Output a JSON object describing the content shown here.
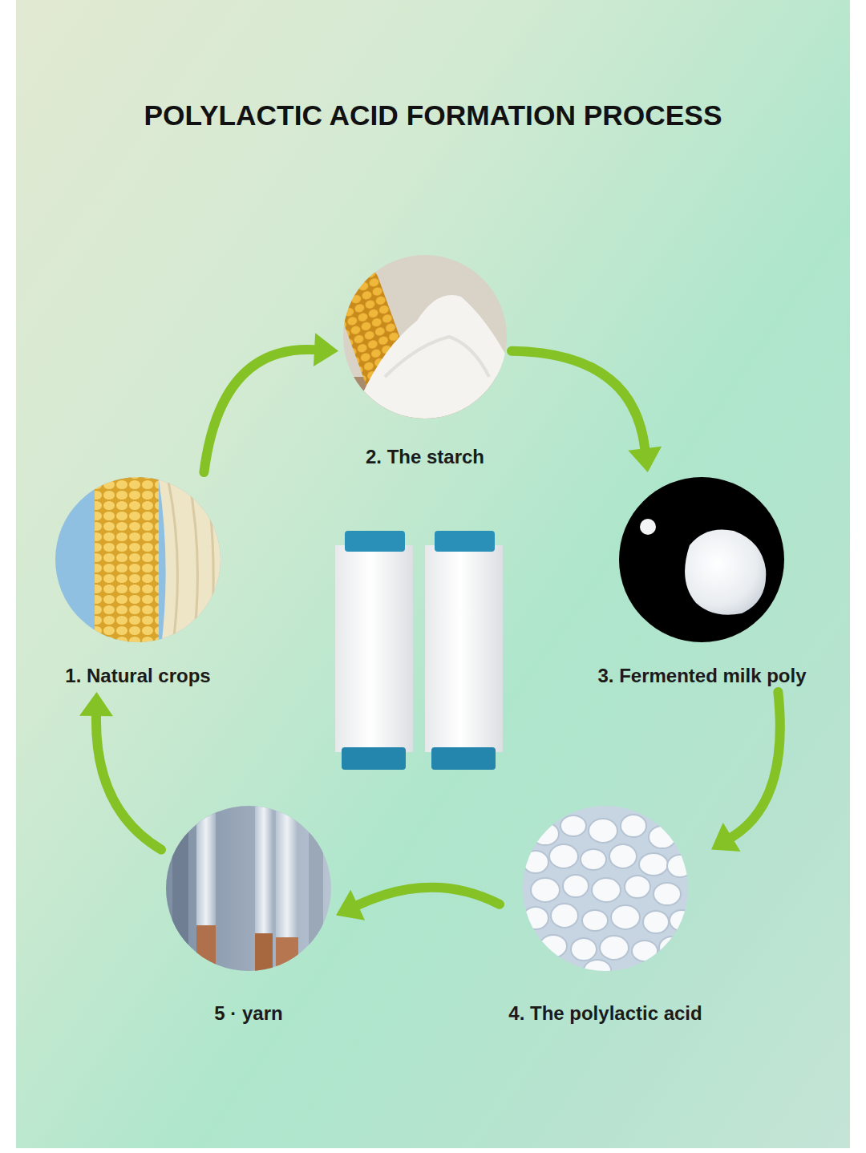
{
  "diagram": {
    "title": "POLYLACTIC ACID FORMATION PROCESS",
    "nodes": [
      {
        "text": [
          "1. Natural crops"
        ]
      },
      {
        "text": [
          "2. The starch"
        ]
      },
      {
        "text": [
          "3. Fermented milk poly"
        ]
      },
      {
        "text": [
          "4. The polylactic acid"
        ]
      },
      {
        "text": [
          "5 · yarn"
        ]
      }
    ],
    "edges": [
      {
        "from": 0,
        "to": 1,
        "arrow": "to"
      },
      {
        "from": 1,
        "to": 2,
        "arrow": "to"
      },
      {
        "from": 2,
        "to": 3,
        "arrow": "to"
      },
      {
        "from": 3,
        "to": 4,
        "arrow": "to"
      },
      {
        "from": 4,
        "to": 0,
        "arrow": "to"
      }
    ]
  }
}
